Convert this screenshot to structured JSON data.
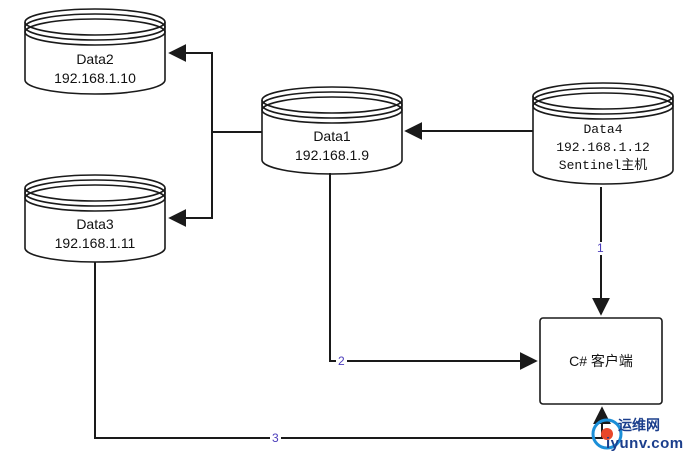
{
  "nodes": {
    "data2": {
      "name": "Data2",
      "ip": "192.168.1.10"
    },
    "data3": {
      "name": "Data3",
      "ip": "192.168.1.11"
    },
    "data1": {
      "name": "Data1",
      "ip": "192.168.1.9"
    },
    "data4": {
      "name": "Data4",
      "ip": "192.168.1.12",
      "role": "Sentinel主机"
    },
    "client": {
      "label": "C#  客户端"
    }
  },
  "edges": [
    {
      "from": "data1",
      "to": "data2"
    },
    {
      "from": "data1",
      "to": "data3"
    },
    {
      "from": "data4",
      "to": "data1"
    },
    {
      "from": "data4",
      "to": "client",
      "label": "1"
    },
    {
      "from": "data1",
      "to": "client",
      "label": "2"
    },
    {
      "from": "data3",
      "to": "client",
      "label": "3"
    }
  ],
  "watermark": {
    "cn": "运维网",
    "en": "iyunv.com"
  },
  "colors": {
    "stroke": "#1a1a1a",
    "label": "#4b3dbb",
    "watermark": "#1b3e8c"
  }
}
